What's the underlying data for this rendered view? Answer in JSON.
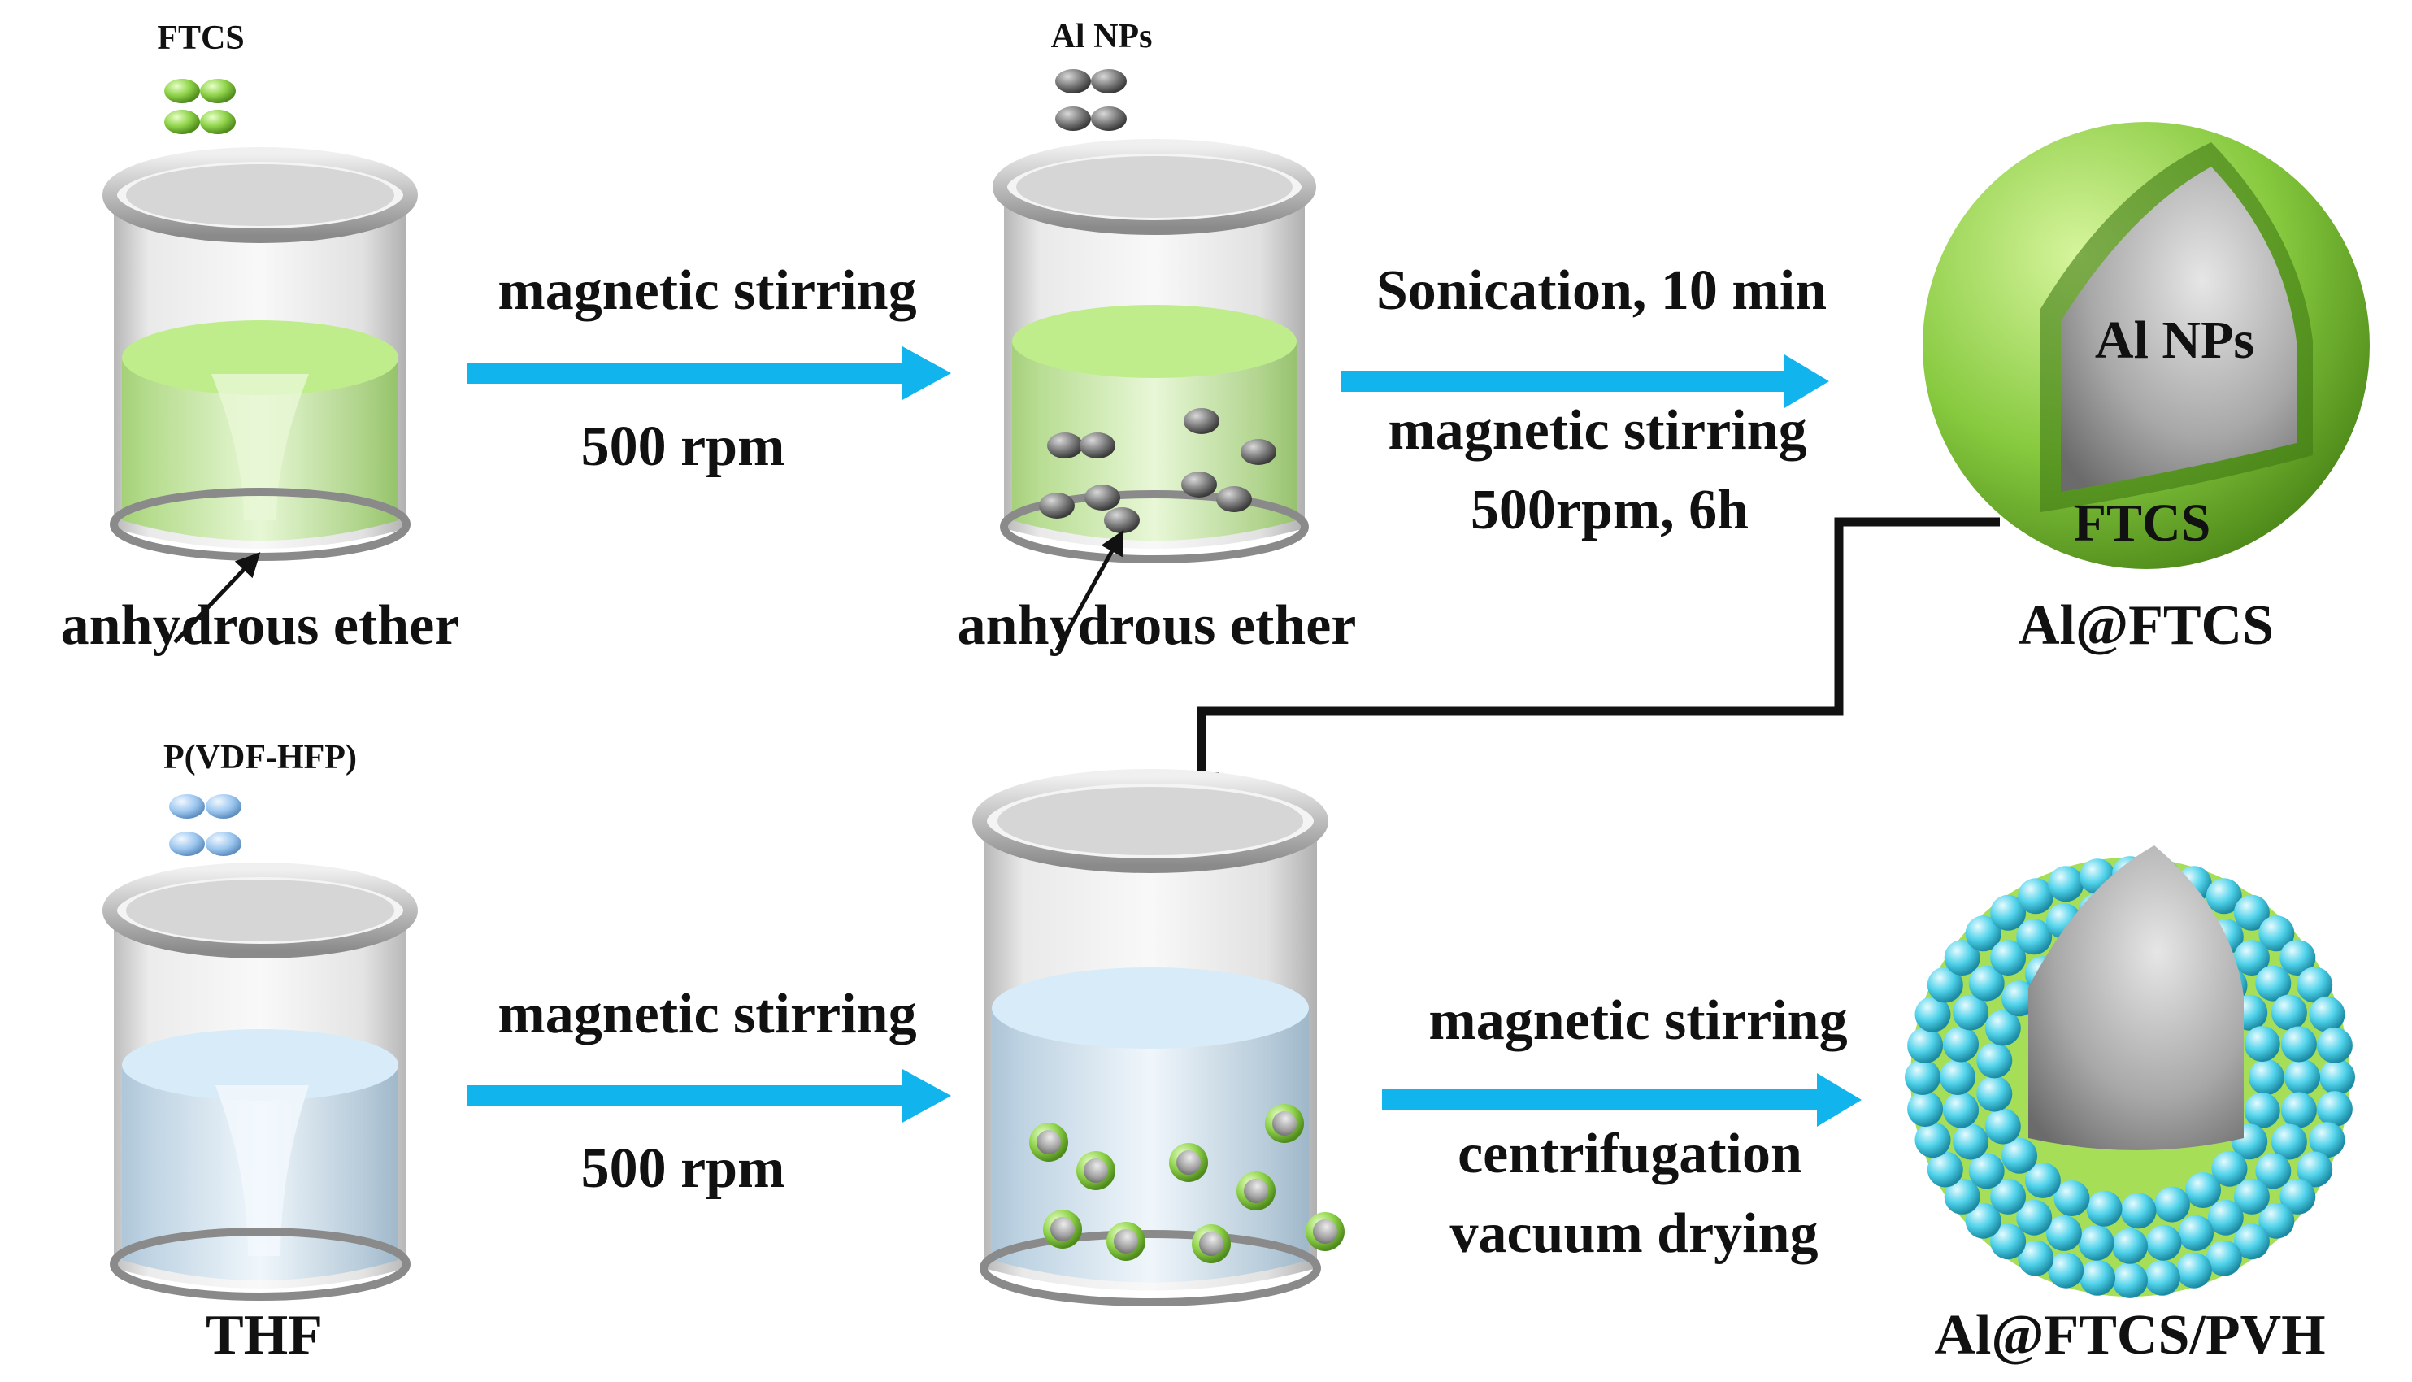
{
  "figure": {
    "labels": {
      "ftcs_top": "FTCS",
      "al_nps_top": "Al NPs",
      "pvh_top": "P(VDF-HFP)",
      "anhydrous_ether_1": "anhydrous ether",
      "anhydrous_ether_2": "anhydrous ether",
      "thf": "THF",
      "al_ftcs": "Al@FTCS",
      "al_ftcs_pvh": "Al@FTCS/PVH",
      "sphere_core": "Al NPs",
      "sphere_shell": "FTCS"
    },
    "steps": {
      "s1_above": "magnetic stirring",
      "s1_below": "500 rpm",
      "s2_above": "Sonication, 10 min",
      "s2_below1": "magnetic stirring",
      "s2_below2": "500rpm, 6h",
      "s3_above": "magnetic stirring",
      "s3_below": "500 rpm",
      "s4_above": "magnetic stirring",
      "s4_below1": "centrifugation",
      "s4_below2": "vacuum drying"
    },
    "colors": {
      "arrow": "#12b4ee",
      "ftcs_green": "#8fd34a",
      "liquid_green": "#c6ef95",
      "liquid_blue": "#d3e8f6",
      "al_gray": "#8a8a8a",
      "pvh_cyan": "#4fd2ea",
      "pvh_blue_bead": "#9cc6ef"
    }
  }
}
